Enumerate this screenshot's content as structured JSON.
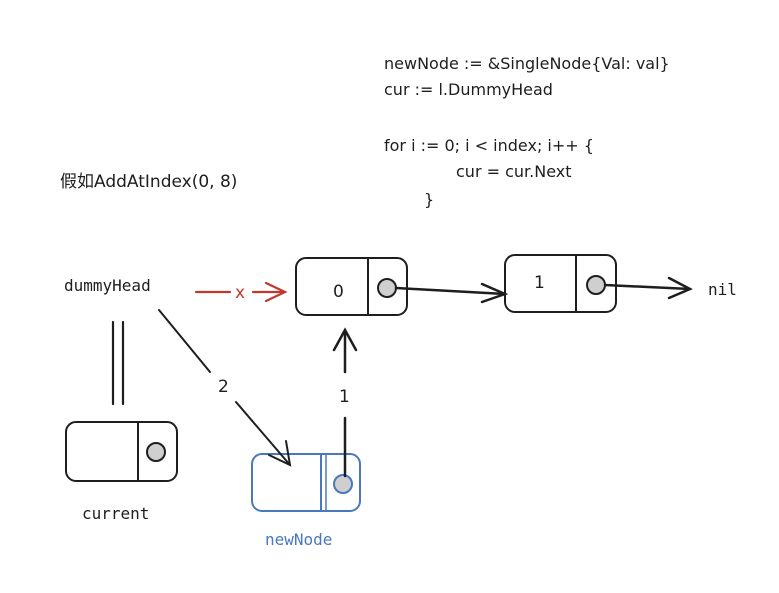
{
  "code": {
    "line1": "newNode := &SingleNode{Val: val}",
    "line2": "cur := l.DummyHead",
    "line3": "for i := 0; i < index; i++ {",
    "line4": "cur = cur.Next",
    "line5": "}"
  },
  "title": "假如AddAtIndex(0, 8)",
  "labels": {
    "dummy_head": "dummyHead",
    "x_mark": "x",
    "nil": "nil",
    "current": "current",
    "new_node": "newNode",
    "arrow_2": "2",
    "arrow_1": "1"
  },
  "nodes": {
    "node0_value": "0",
    "node1_value": "1"
  },
  "colors": {
    "ink": "#1e1e1e",
    "blue": "#4a78bf",
    "red": "#c0392b",
    "dot_fill": "#cfcfcf"
  }
}
